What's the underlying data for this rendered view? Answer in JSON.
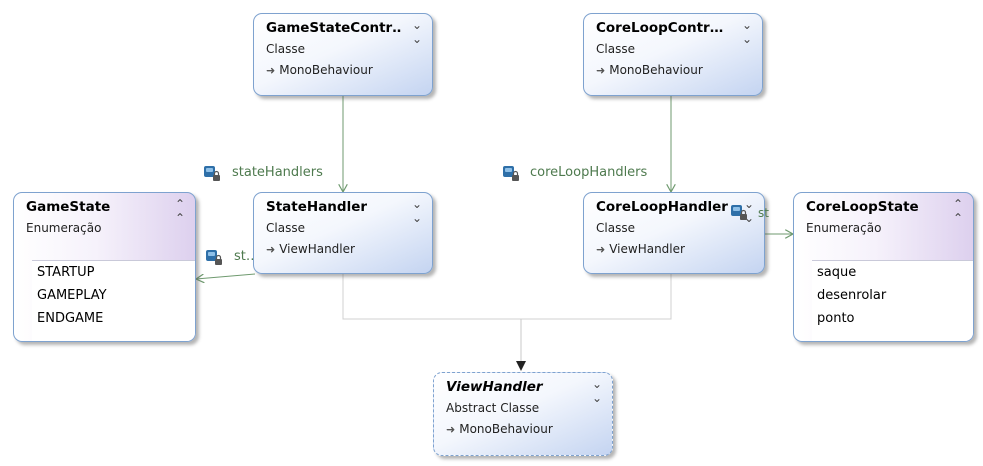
{
  "diagram": {
    "classes": [
      {
        "id": "gamestate_controller",
        "name": "GameStateContr…",
        "stereotype": "Classe",
        "base": "MonoBehaviour"
      },
      {
        "id": "coreloop_controller",
        "name": "CoreLoopContr…",
        "stereotype": "Classe",
        "base": "MonoBehaviour"
      },
      {
        "id": "state_handler",
        "name": "StateHandler",
        "stereotype": "Classe",
        "base": "ViewHandler"
      },
      {
        "id": "coreloop_handler",
        "name": "CoreLoopHandler",
        "stereotype": "Classe",
        "base": "ViewHandler"
      },
      {
        "id": "view_handler",
        "name": "ViewHandler",
        "stereotype": "Abstract Classe",
        "base": "MonoBehaviour"
      }
    ],
    "enums": [
      {
        "id": "game_state",
        "name": "GameState",
        "stereotype": "Enumeração",
        "values": [
          "STARTUP",
          "GAMEPLAY",
          "ENDGAME"
        ]
      },
      {
        "id": "coreloop_state",
        "name": "CoreLoopState",
        "stereotype": "Enumeração",
        "values": [
          "saque",
          "desenrolar",
          "ponto"
        ]
      }
    ],
    "associations": [
      {
        "from": "gamestate_controller",
        "to": "state_handler",
        "label": "stateHandlers"
      },
      {
        "from": "coreloop_controller",
        "to": "coreloop_handler",
        "label": "coreLoopHandlers"
      },
      {
        "from": "state_handler",
        "to": "game_state",
        "label": "st…"
      },
      {
        "from": "coreloop_handler",
        "to": "coreloop_state",
        "label": "st"
      }
    ],
    "inheritance": [
      {
        "child": "state_handler",
        "parent": "view_handler"
      },
      {
        "child": "coreloop_handler",
        "parent": "view_handler"
      }
    ],
    "colors": {
      "association_line": "#6f9a6f",
      "association_label": "#4e7a4e",
      "inheritance_line": "#d0d0d0",
      "class_border": "#7ea2cf",
      "class_gradient_end": "#c4d4f1",
      "enum_gradient_end": "#ddd0ee"
    },
    "icons": {
      "collapse": "double-chevron-down-icon",
      "expand": "double-chevron-up-icon",
      "base": "inherit-arrow-icon",
      "member": "lock-field-icon"
    }
  }
}
